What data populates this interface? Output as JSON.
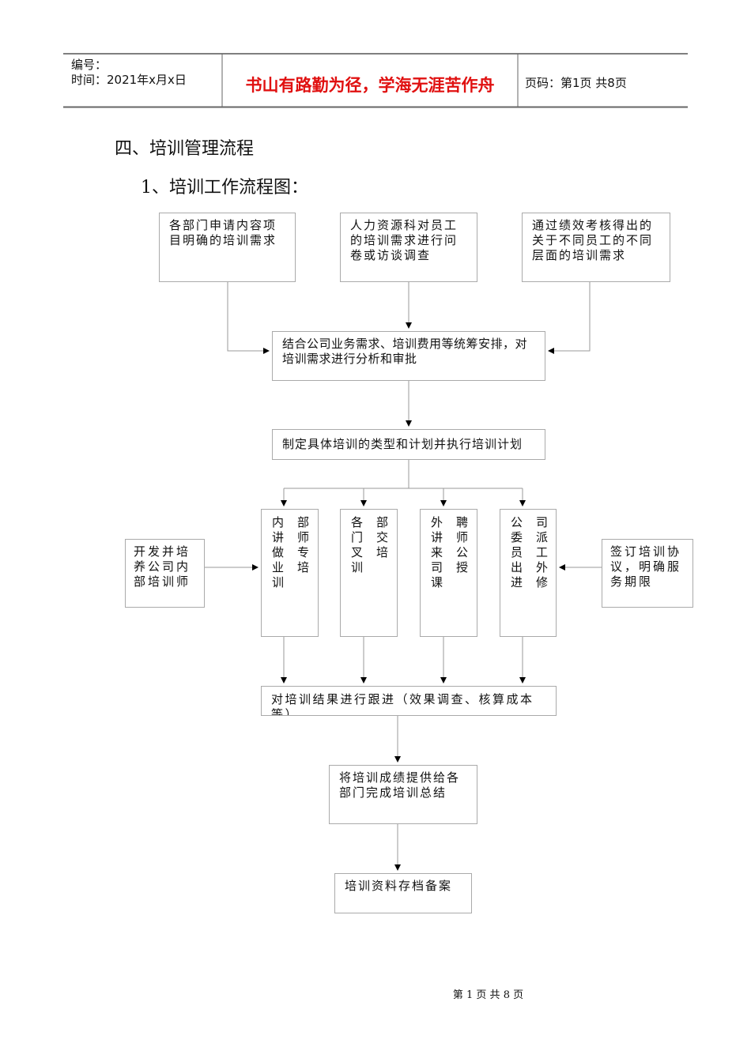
{
  "header": {
    "number_label": "编号：",
    "date_label": "时间：2021年x月x日",
    "motto": "书山有路勤为径，学海无涯苦作舟",
    "page_info": "页码：第1页 共8页"
  },
  "section_title": "四、培训管理流程",
  "subsection_title": "1、培训工作流程图：",
  "flow": {
    "source1": "各部门申请内容项目明确的培训需求",
    "source2": "人力资源科对员工的培训需求进行问卷或访谈调查",
    "source3": "通过绩效考核得出的关于不同员工的不同层面的培训需求",
    "analysis": "结合公司业务需求、培训费用等统筹安排，对培训需求进行分析和审批",
    "plan": "制定具体培训的类型和计划并执行培训计划",
    "type1": "内部讲师做专业培训",
    "type2": "各部门交叉培训",
    "type3": "外聘讲师来公司授课",
    "type4": "公司委派员工出外进修",
    "left_note": "开发并培养公司内部培训师",
    "right_note": "签订培训协议，明确服务期限",
    "followup": "对培训结果进行跟进（效果调查、核算成本等）",
    "summary": "将培训成绩提供给各部门完成培训总结",
    "archive": "培训资料存档备案"
  },
  "footer": "第 1 页 共 8 页",
  "colors": {
    "motto": "#e01010",
    "border": "#aaaaaa"
  }
}
